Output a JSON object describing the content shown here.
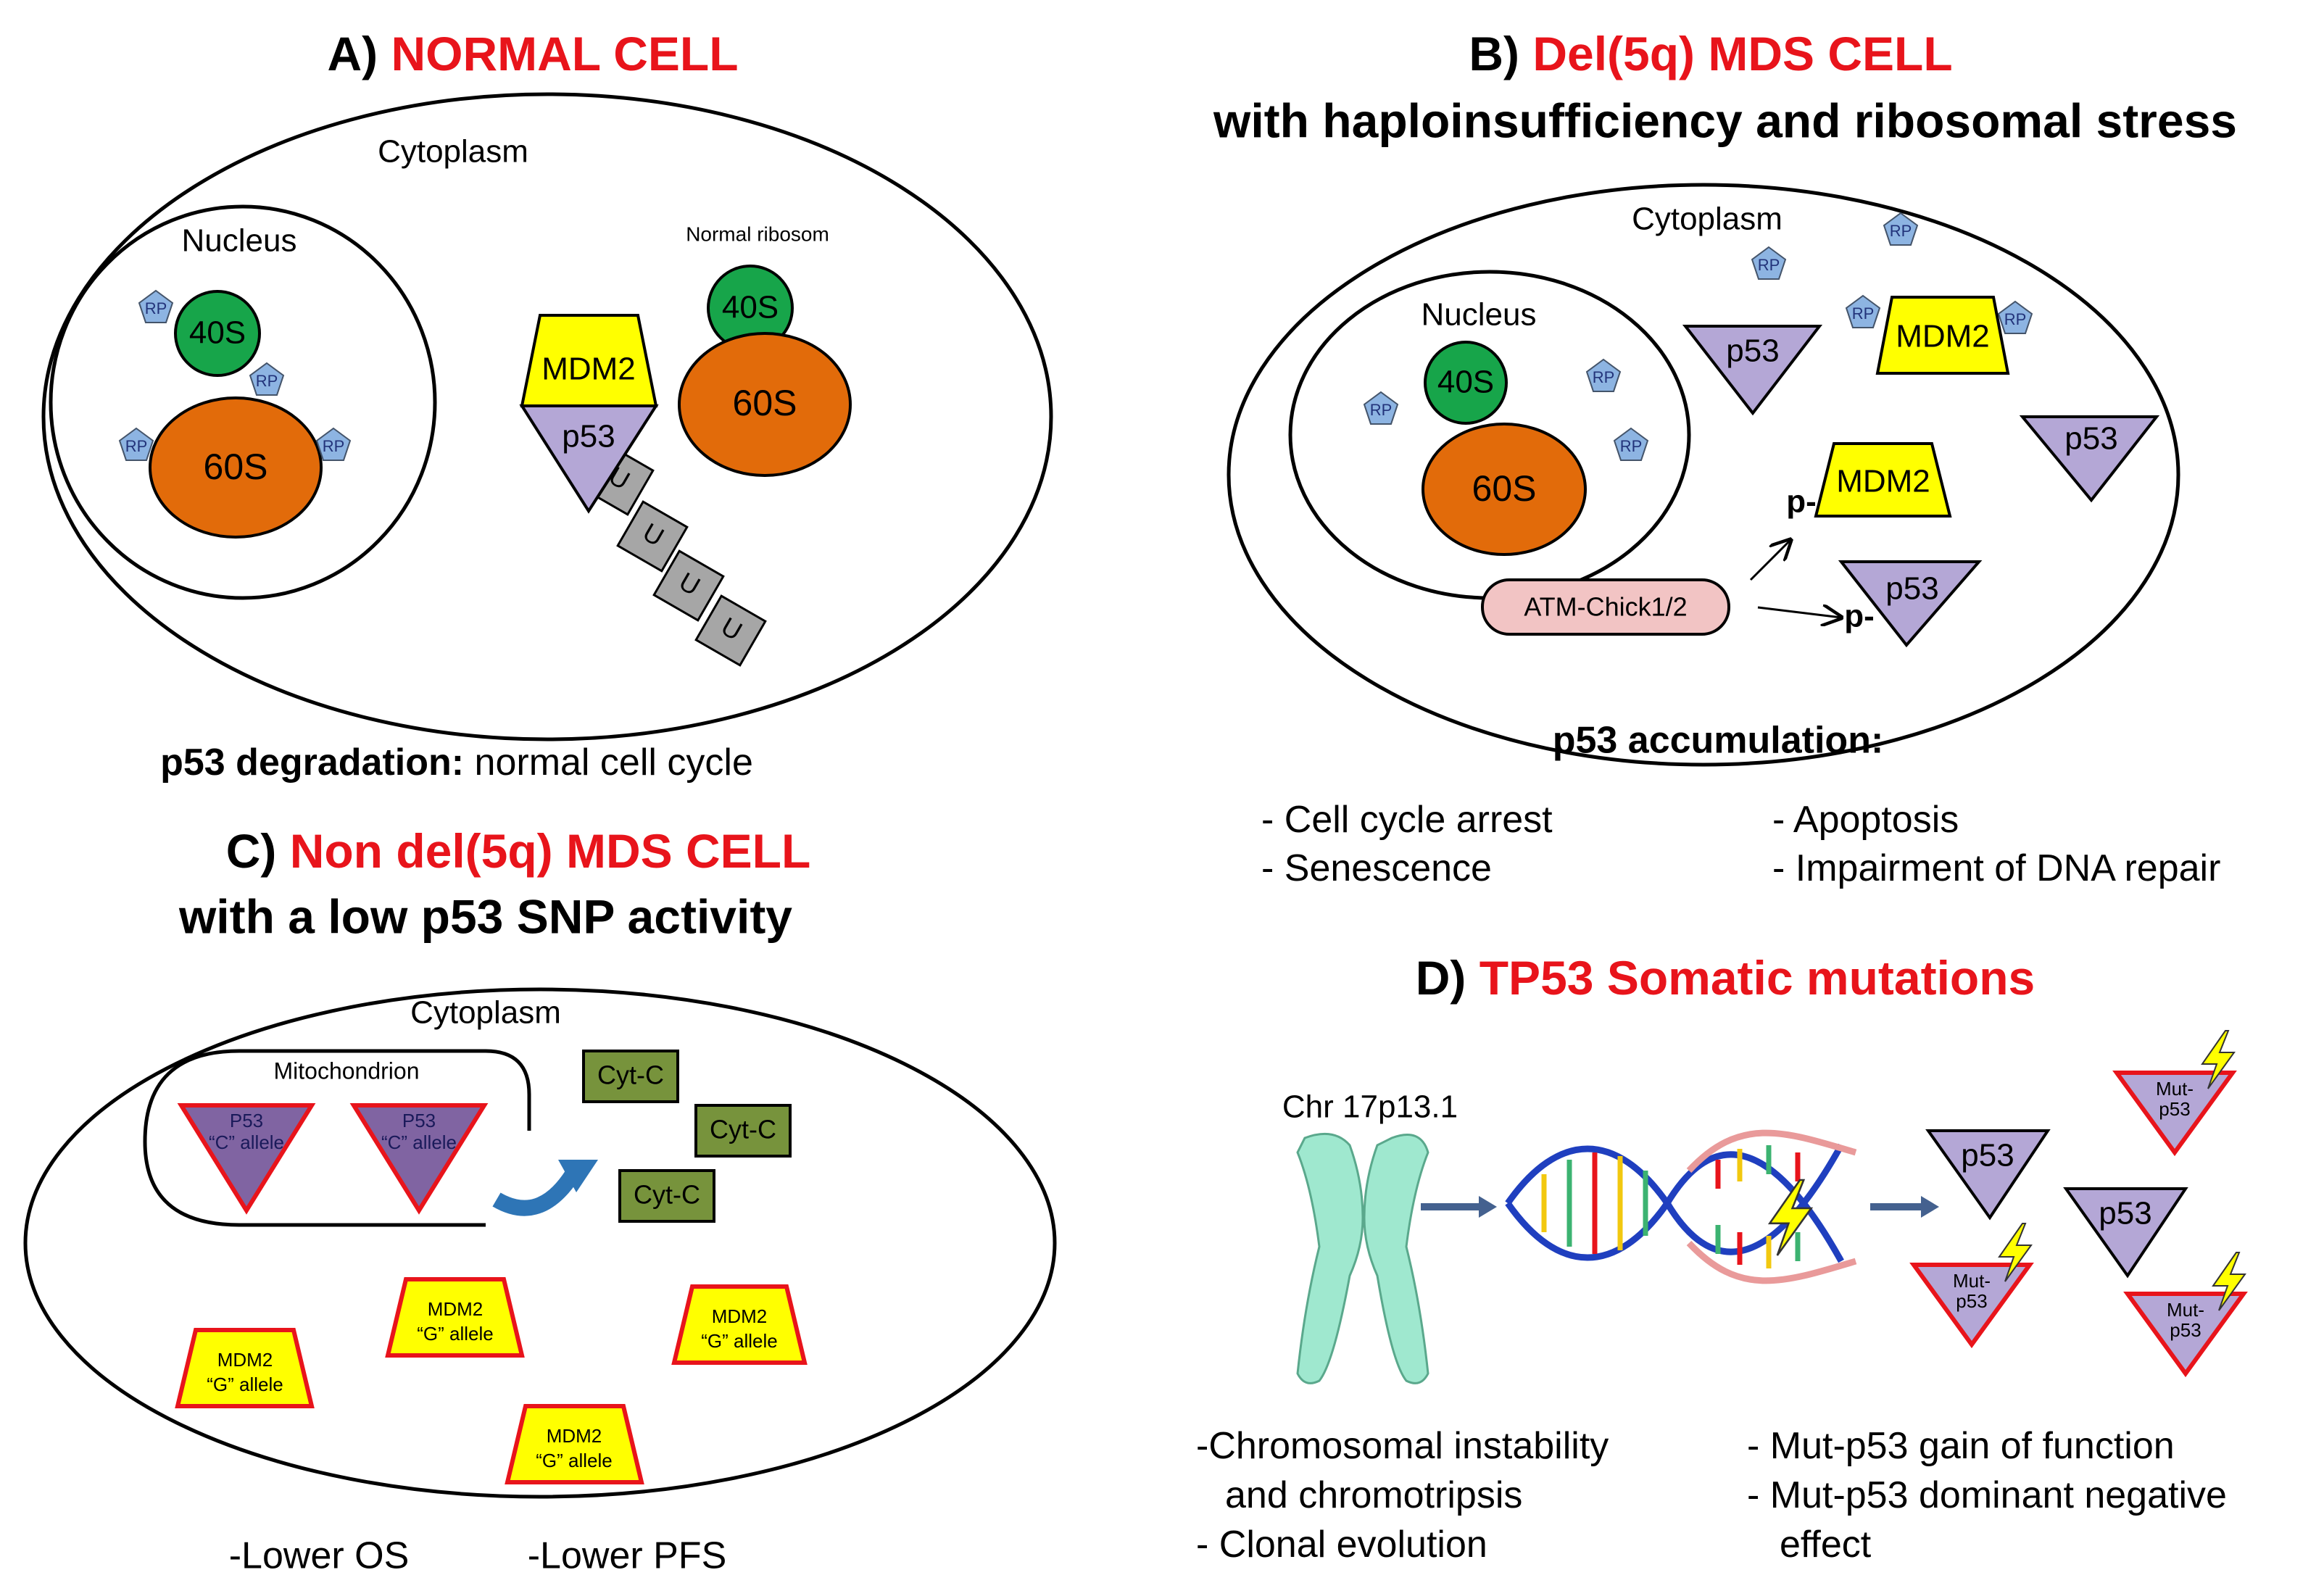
{
  "panel_a": {
    "letter": "A)",
    "title": "NORMAL CELL",
    "cytoplasm": "Cytoplasm",
    "nucleus": "Nucleus",
    "normal_ribosome": "Normal ribosom",
    "s40": "40S",
    "s60": "60S",
    "rp": "RP",
    "mdm2": "MDM2",
    "p53": "p53",
    "ub": "U",
    "caption_bold": "p53 degradation:",
    "caption_rest": "normal cell cycle"
  },
  "panel_b": {
    "letter": "B)",
    "title": "Del(5q) MDS CELL",
    "subtitle": "with haploinsufficiency and  ribosomal stress",
    "cytoplasm": "Cytoplasm",
    "nucleus": "Nucleus",
    "s40": "40S",
    "s60": "60S",
    "rp": "RP",
    "mdm2": "MDM2",
    "p53": "p53",
    "phospho": "p-",
    "atm": "ATM-Chick1/2",
    "caption": "p53 accumulation:",
    "effects": [
      "- Cell cycle arrest",
      "- Senescence",
      "- Apoptosis",
      "- Impairment  of DNA repair"
    ]
  },
  "panel_c": {
    "letter": "C)",
    "title": "Non del(5q) MDS CELL",
    "subtitle": "with a low p53 SNP activity",
    "cytoplasm": "Cytoplasm",
    "mitochondrion": "Mitochondrion",
    "p53_allele_line1": "P53",
    "p53_allele_line2": "“C” allele",
    "cytc": "Cyt-C",
    "mdm2": "MDM2",
    "mdm2_allele": "“G” allele",
    "outcomes": [
      "-Lower OS",
      "-Lower PFS"
    ]
  },
  "panel_d": {
    "letter": "D)",
    "title": "TP53 Somatic mutations",
    "chromosome": "Chr 17p13.1",
    "p53": "p53",
    "mut_line1": "Mut-",
    "mut_line2": "p53",
    "effects_left": [
      "-Chromosomal instability",
      "and chromotripsis",
      "- Clonal evolution"
    ],
    "effects_right": [
      "- Mut-p53 gain of function",
      "- Mut-p53 dominant negative",
      "effect"
    ]
  },
  "colors": {
    "title_red": "#e8141b",
    "s40_green": "#17a54a",
    "s60_orange": "#e26b0a",
    "mdm2_yellow": "#ffff00",
    "p53_lavender": "#b4a7d6",
    "p53_allele_purple": "#8064a2",
    "rp_blue": "#8db4e2",
    "cytc_green": "#77933c",
    "atm_pink": "#f2c4c4",
    "chromosome_teal": "#9fe8cf",
    "ubiquitin_gray": "#a6a6a6"
  },
  "icons": [
    "lightning-bolt-icon",
    "arrow-right-icon",
    "curved-arrow-icon",
    "dna-helix-icon",
    "chromosome-icon"
  ]
}
